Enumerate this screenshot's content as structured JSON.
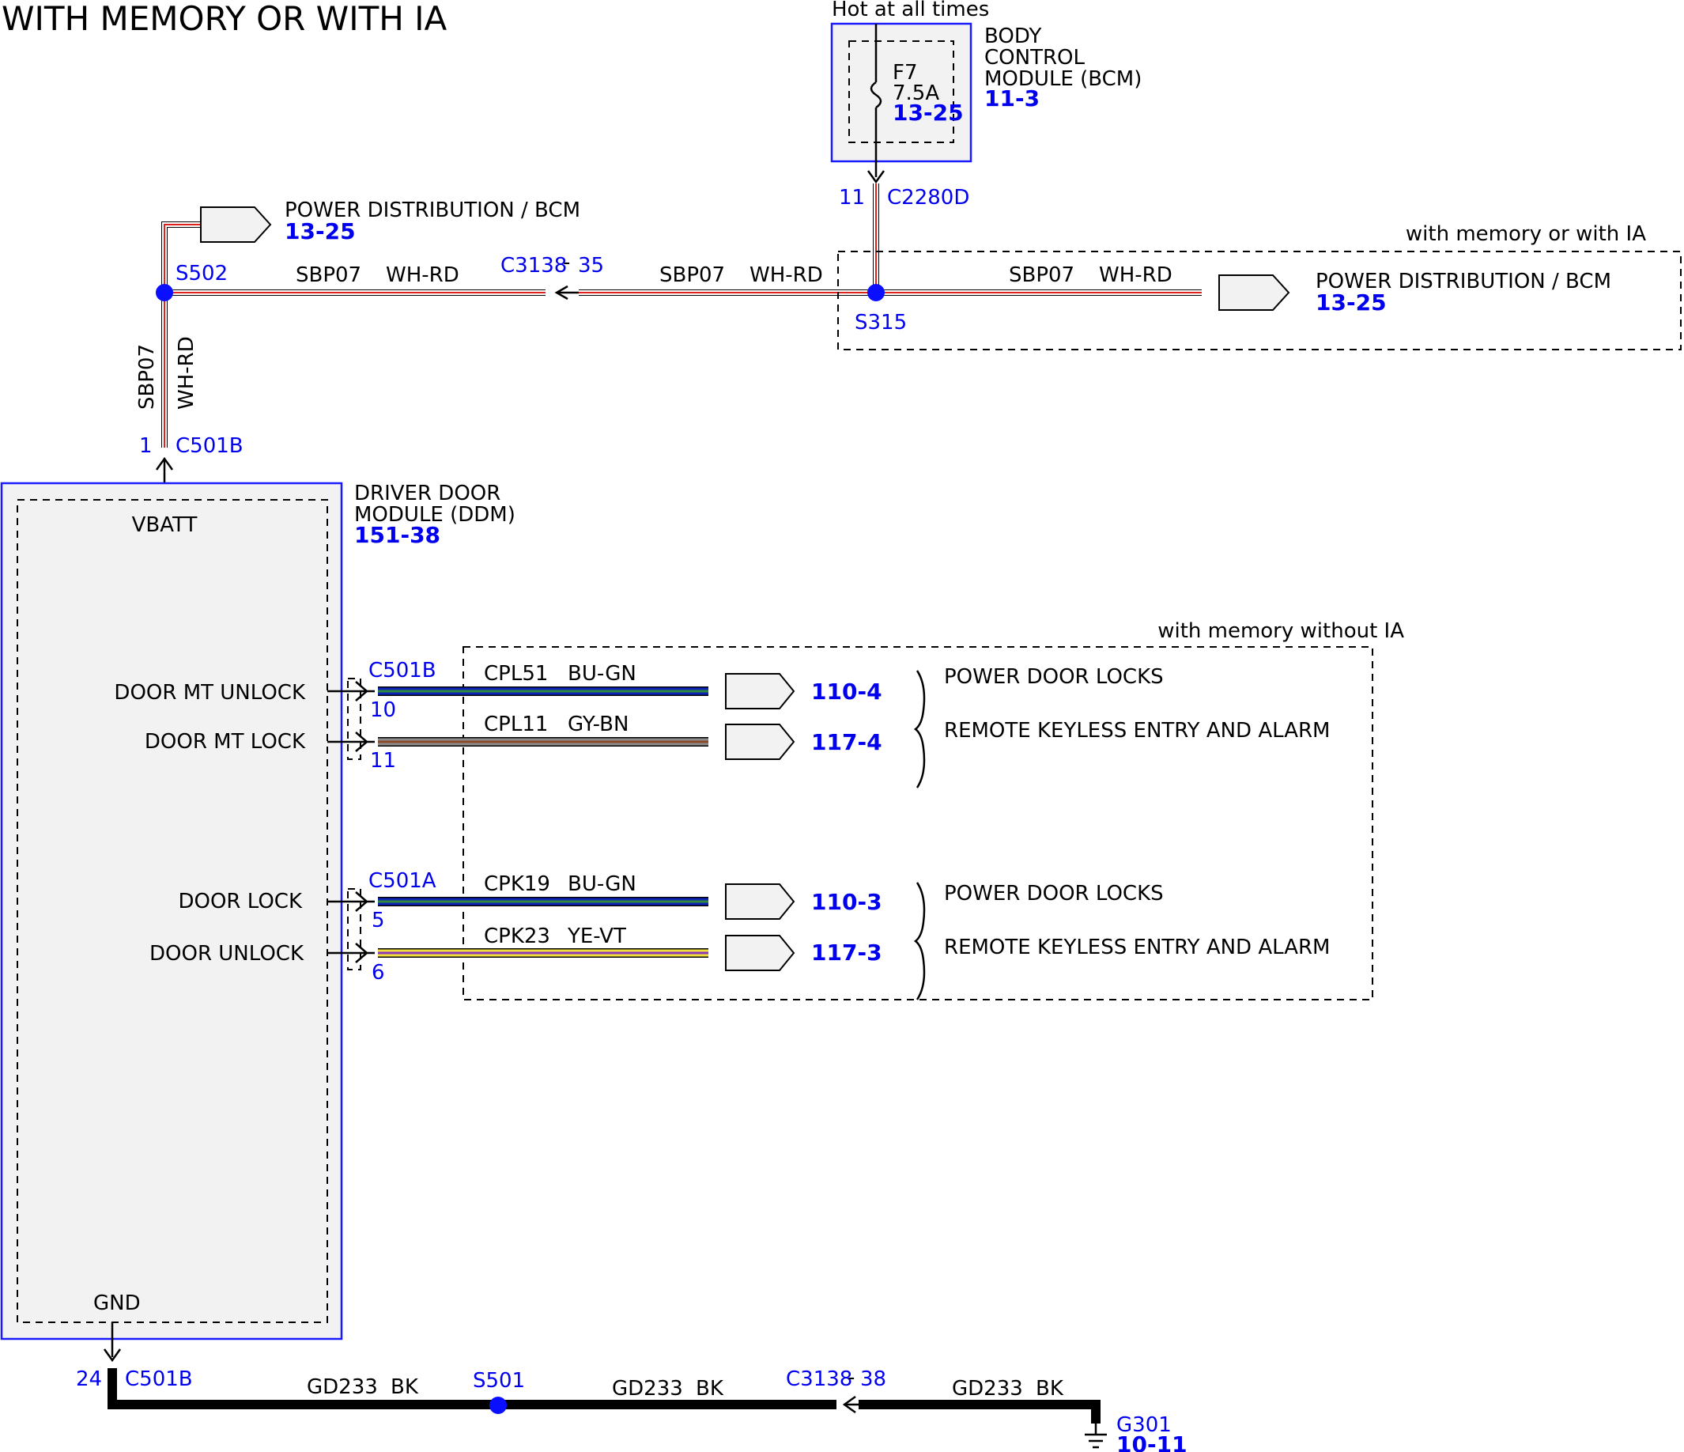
{
  "title": "WITH MEMORY OR WITH IA",
  "hot_label": "Hot at all times",
  "bcm": {
    "name_lines": [
      "BODY",
      "CONTROL",
      "MODULE (BCM)"
    ],
    "ref": "11-3"
  },
  "fuse": {
    "id": "F7",
    "rating": "7.5A",
    "ref": "13-25"
  },
  "c2280d": {
    "pin": "11",
    "name": "C2280D"
  },
  "pd_bcm_top": {
    "label": "POWER DISTRIBUTION / BCM",
    "ref": "13-25"
  },
  "pd_bcm_right": {
    "label": "POWER DISTRIBUTION / BCM",
    "ref": "13-25"
  },
  "s502": "S502",
  "s315": "S315",
  "c3138_top": {
    "name": "C3138",
    "dash": "-",
    "pin": "35"
  },
  "wire_sbp07": {
    "circuit": "SBP07",
    "color": "WH-RD"
  },
  "region_top": "with memory or with IA",
  "c501b_top": {
    "pin": "1",
    "name": "C501B"
  },
  "ddm": {
    "name_lines": [
      "DRIVER DOOR",
      "MODULE (DDM)"
    ],
    "ref": "151-38",
    "vbatt": "VBATT",
    "gnd": "GND"
  },
  "region_mid": "with memory without IA",
  "outputs": [
    {
      "label": "DOOR MT UNLOCK",
      "connector": "C501B",
      "pin": "10",
      "circuit": "CPL51",
      "color": "BU-GN",
      "ref": "110-4",
      "wire_color": "#0c22b8",
      "stripe": "#2e8b3a"
    },
    {
      "label": "DOOR MT LOCK",
      "connector": "",
      "pin": "11",
      "circuit": "CPL11",
      "color": "GY-BN",
      "ref": "117-4",
      "wire_color": "#8c8c8c",
      "stripe": "#8b4a2b"
    },
    {
      "label": "DOOR LOCK",
      "connector": "C501A",
      "pin": "5",
      "circuit": "CPK19",
      "color": "BU-GN",
      "ref": "110-3",
      "wire_color": "#0c22b8",
      "stripe": "#2e8b3a"
    },
    {
      "label": "DOOR UNLOCK",
      "connector": "",
      "pin": "6",
      "circuit": "CPK23",
      "color": "YE-VT",
      "ref": "117-3",
      "wire_color": "#f0df3a",
      "stripe": "#8a3ab9"
    }
  ],
  "groups": [
    {
      "a": "POWER DOOR LOCKS",
      "b": "REMOTE KEYLESS ENTRY AND ALARM"
    },
    {
      "a": "POWER DOOR LOCKS",
      "b": "REMOTE KEYLESS ENTRY AND ALARM"
    }
  ],
  "ground": {
    "c501b": {
      "pin": "24",
      "name": "C501B"
    },
    "circuit": "GD233",
    "color": "BK",
    "s501": "S501",
    "c3138": {
      "name": "C3138",
      "dash": "-",
      "pin": "38"
    },
    "g301": {
      "name": "G301",
      "ref": "10-11"
    }
  },
  "colors": {
    "blue_text": "#0000ee",
    "module_border": "#1a1aff",
    "wire_white": "#ffffff",
    "wire_red": "#e0201b",
    "wire_black": "#000000"
  }
}
